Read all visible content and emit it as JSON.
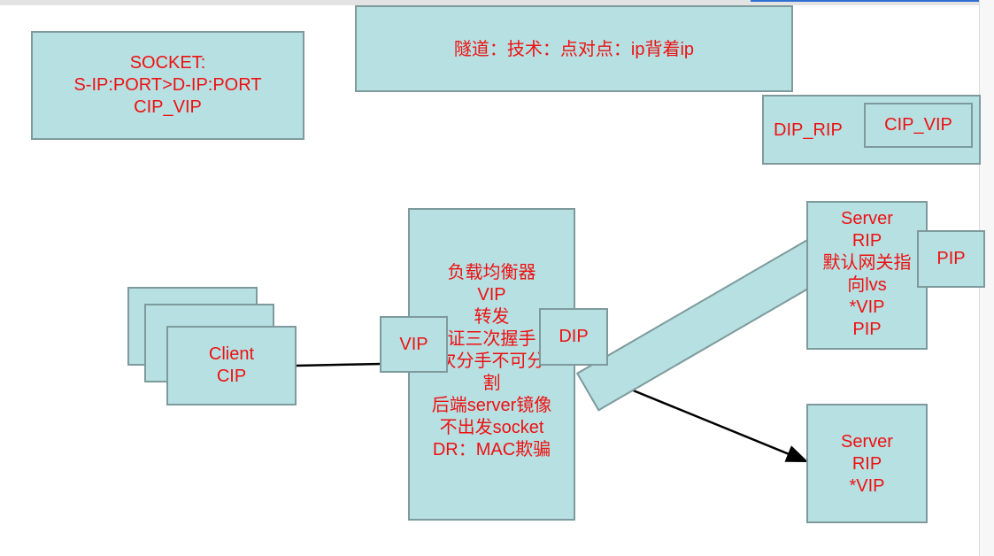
{
  "colors": {
    "box_fill": "#b7e0e3",
    "box_border": "#7e9a9c",
    "text": "#ee1111",
    "line": "#000000"
  },
  "socket_box": {
    "text": "SOCKET:\nS-IP:PORT>D-IP:PORT\nCIP_VIP"
  },
  "tunnel_box": {
    "text": "隧道：技术：点对点：ip背着ip"
  },
  "packet_box": {
    "outer": "DIP_RIP",
    "inner": "CIP_VIP"
  },
  "client": {
    "text": "Client\nCIP"
  },
  "load_balancer": {
    "text": "负载均衡器\nVIP\n转发\n证三次握手\n次分手不可分\n割\n后端server镜像\n不出发socket\nDR：MAC欺骗",
    "vip_port": "VIP",
    "dip_port": "DIP"
  },
  "server_top": {
    "text": "Server\nRIP\n默认网关指\n向lvs\n*VIP\nPIP",
    "pip": "PIP"
  },
  "server_bottom": {
    "text": "Server\nRIP\n*VIP"
  }
}
